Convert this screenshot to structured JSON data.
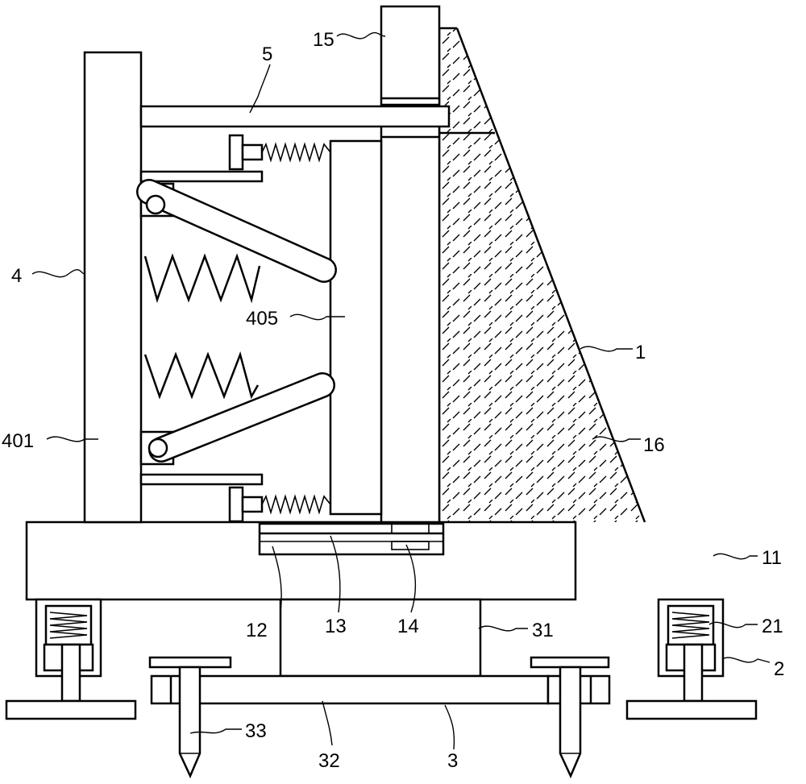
{
  "labels": {
    "l15": "15",
    "l5": "5",
    "l4": "4",
    "l405": "405",
    "l1": "1",
    "l401": "401",
    "l16": "16",
    "l11": "11",
    "l12": "12",
    "l13": "13",
    "l14": "14",
    "l31": "31",
    "l21": "21",
    "l2": "2",
    "l33": "33",
    "l32": "32",
    "l3": "3"
  },
  "colors": {
    "stroke": "#000000",
    "background": "#ffffff"
  }
}
